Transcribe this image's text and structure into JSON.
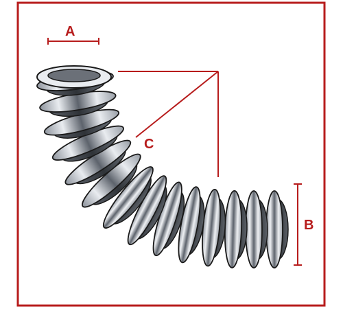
{
  "labels": {
    "a": "A",
    "b": "B",
    "c": "C"
  },
  "colors": {
    "accent": "#b71c1c",
    "hose_light": "#f2f4f7",
    "hose_mid": "#a9afb8",
    "hose_dark": "#4a4f57",
    "outline": "#1a1a1a"
  }
}
